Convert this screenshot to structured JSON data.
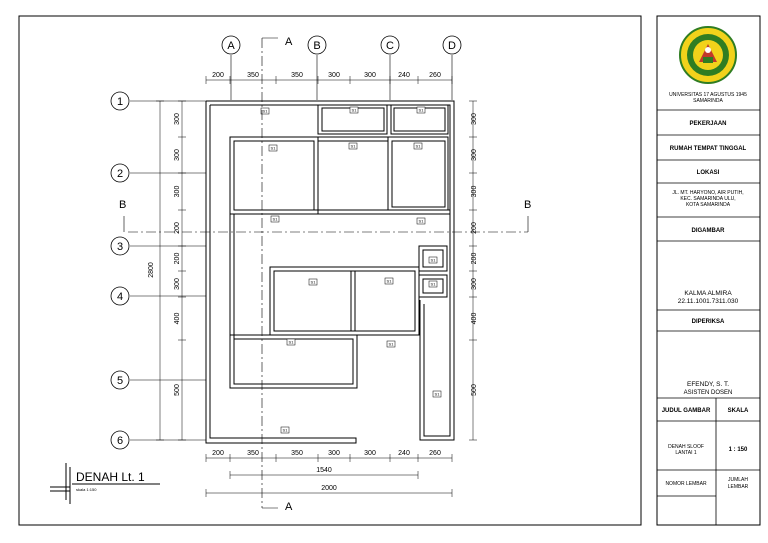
{
  "drawing": {
    "title": "DENAH Lt. 1",
    "scale_note": "skala 1:150",
    "grid_columns": [
      "A",
      "B",
      "C",
      "D"
    ],
    "grid_rows": [
      "1",
      "2",
      "3",
      "4",
      "5",
      "6"
    ],
    "section_marks": {
      "vertical": "A",
      "horizontal": "B"
    },
    "top_dims": [
      "200",
      "350",
      "350",
      "300",
      "300",
      "240",
      "260"
    ],
    "bottom_dims": [
      "200",
      "350",
      "350",
      "300",
      "300",
      "240",
      "260"
    ],
    "bottom_overall_inner": "1540",
    "bottom_overall": "2000",
    "left_dims": [
      "300",
      "300",
      "300",
      "200",
      "200",
      "300",
      "400",
      "500"
    ],
    "left_overall": "2800",
    "right_dims": [
      "300",
      "300",
      "300",
      "200",
      "200",
      "300",
      "400",
      "500"
    ],
    "room_tags": [
      "S1",
      "S1",
      "S1",
      "S1",
      "S1",
      "S1",
      "S1",
      "S1",
      "S1",
      "S1",
      "S1",
      "S1",
      "S1",
      "S1",
      "S1",
      "S1",
      "S1"
    ]
  },
  "title_block": {
    "university": "UNIVERSITAS 17 AGUSTUS 1945 SAMARINDA",
    "pekerjaan_label": "PEKERJAAN",
    "pekerjaan_value": "RUMAH TEMPAT TINGGAL",
    "lokasi_label": "LOKASI",
    "lokasi_value_line1": "JL. MT. HARYONO, AIR PUTIH,",
    "lokasi_value_line2": "KEC. SAMARINDA ULU,",
    "lokasi_value_line3": "KOTA SAMARINDA",
    "digambar_label": "DIGAMBAR",
    "student_name": "KALMA ALMIRA",
    "student_id": "22.11.1001.7311.030",
    "diperiksa_label": "DIPERIKSA",
    "lecturer_name": "EFENDY, S. T.",
    "lecturer_role": "ASISTEN DOSEN",
    "judul_label": "JUDUL GAMBAR",
    "skala_label": "SKALA",
    "judul_value_line1": "DENAH SLOOF",
    "judul_value_line2": "LANTAI 1",
    "skala_value": "1 : 150",
    "nomor_label": "NOMOR LEMBAR",
    "jumlah_label_line1": "JUMLAH",
    "jumlah_label_line2": "LEMBAR"
  },
  "colors": {
    "line": "#000000",
    "logo_green": "#2f7d22",
    "logo_yellow": "#f2d21b",
    "logo_red": "#c0392b"
  }
}
